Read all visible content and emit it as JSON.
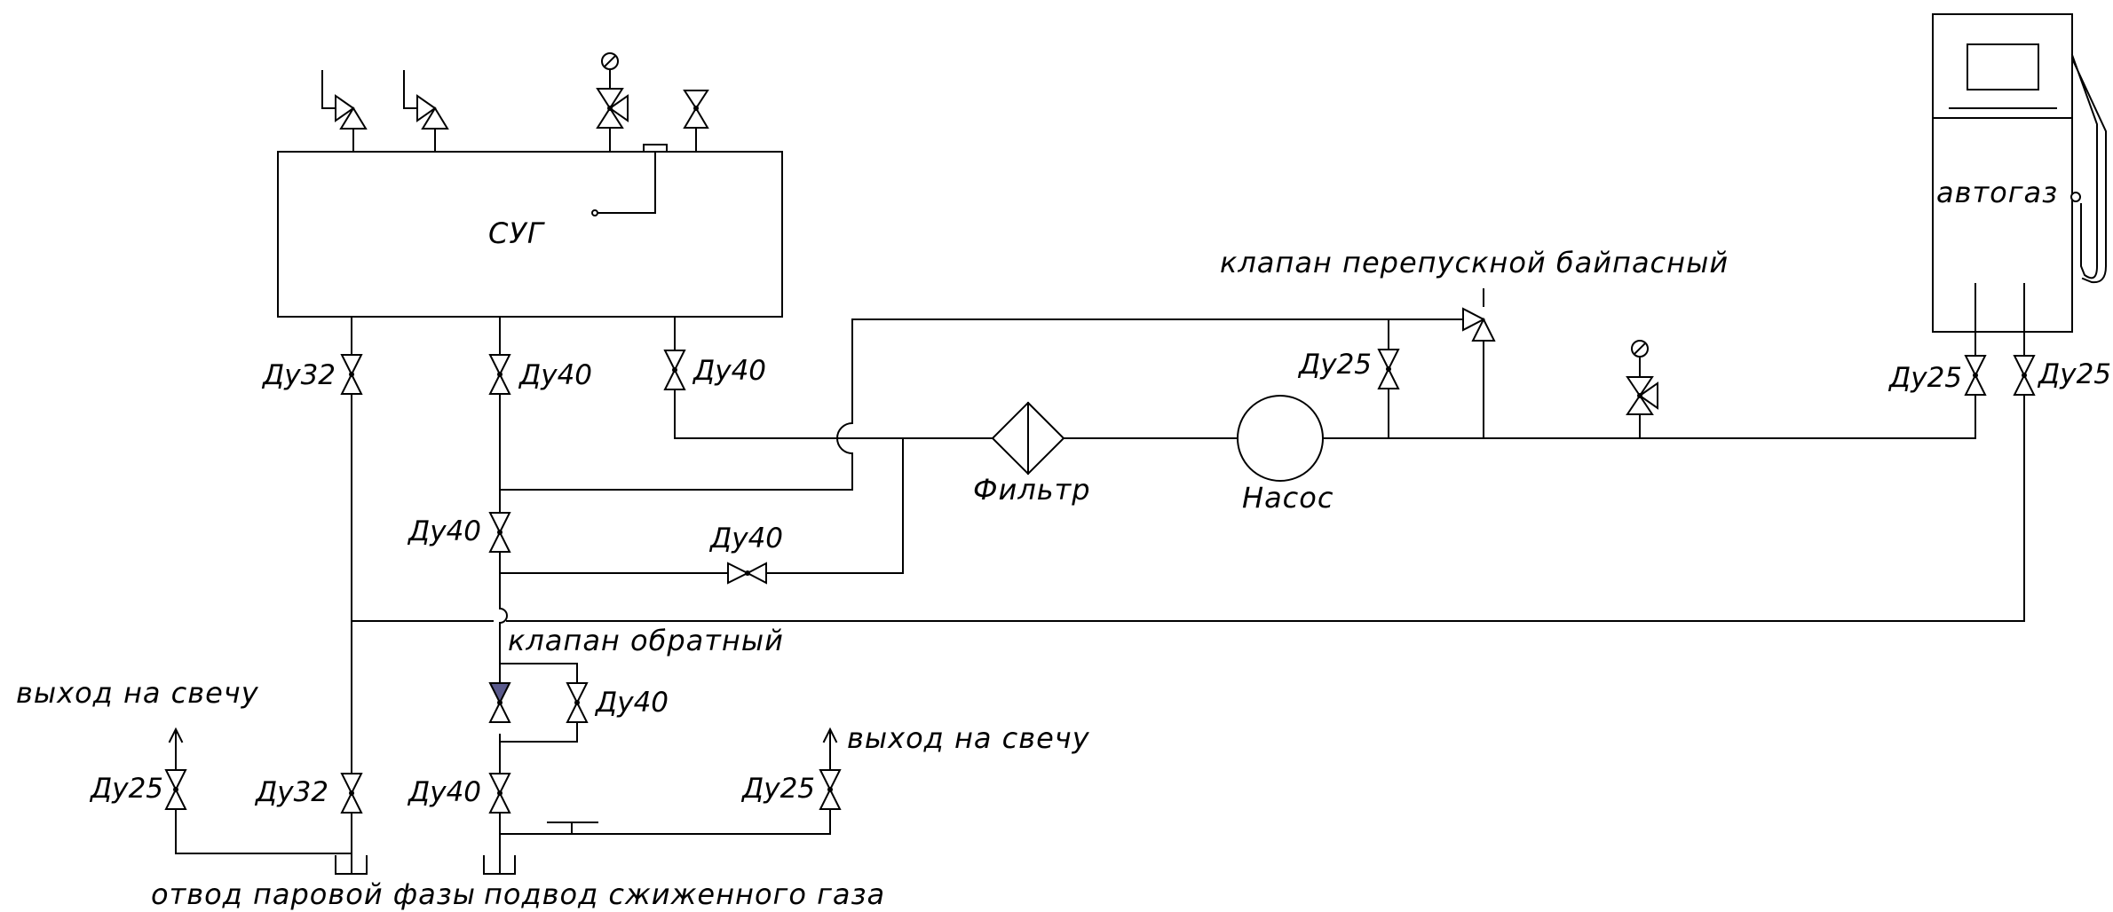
{
  "labels": {
    "tank": "СУГ",
    "dispenser": "автогаз",
    "bypass_valve": "клапан перепускной байпасный",
    "filter": "Фильтр",
    "pump": "Насос",
    "check_valve": "клапан обратный",
    "vent_left": "выход на свечу",
    "vent_right": "выход на свечу",
    "vapor_outlet": "отвод паровой фазы",
    "liquid_inlet": "подвод сжиженного газа"
  },
  "valve_tags": {
    "tank_out_1": "Ду32",
    "tank_out_2": "Ду40",
    "tank_out_3": "Ду40",
    "mid_1": "Ду40",
    "mid_2": "Ду40",
    "check_bypass": "Ду40",
    "vent_left": "Ду25",
    "vapor_bottom": "Ду32",
    "liquid_bottom": "Ду40",
    "vent_right": "Ду25",
    "bypass_line": "Ду25",
    "disp_in": "Ду25",
    "disp_return": "Ду25"
  }
}
